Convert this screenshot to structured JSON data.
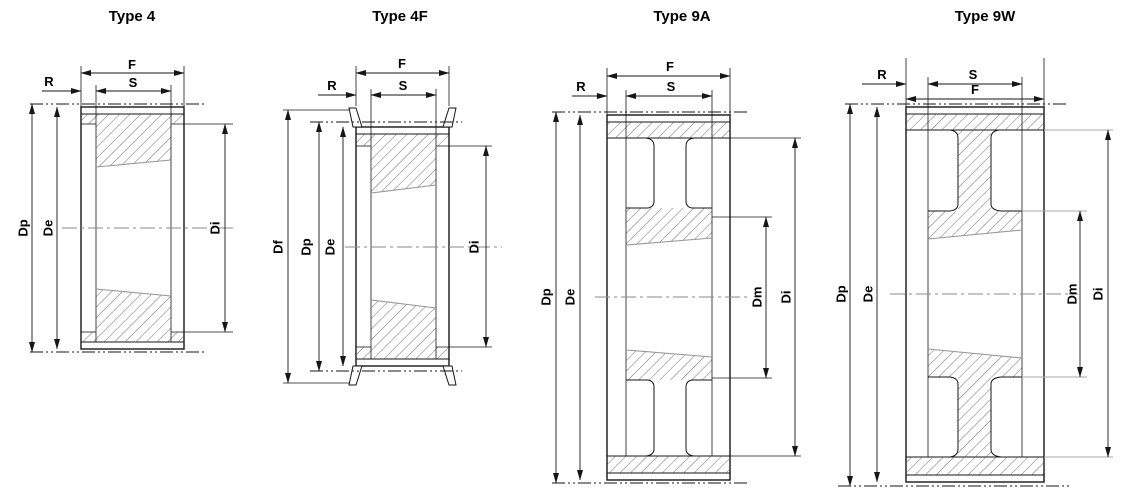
{
  "panels": [
    {
      "title": "Type 4",
      "dims": {
        "f": "F",
        "s": "S",
        "r": "R",
        "dp": "Dp",
        "de": "De",
        "di": "Di"
      }
    },
    {
      "title": "Type 4F",
      "dims": {
        "f": "F",
        "s": "S",
        "r": "R",
        "df": "Df",
        "dp": "Dp",
        "de": "De",
        "di": "Di"
      }
    },
    {
      "title": "Type 9A",
      "dims": {
        "f": "F",
        "s": "S",
        "r": "R",
        "dp": "Dp",
        "de": "De",
        "dm": "Dm",
        "di": "Di"
      }
    },
    {
      "title": "Type 9W",
      "dims": {
        "r": "R",
        "s": "S",
        "f": "F",
        "dp": "Dp",
        "de": "De",
        "dm": "Dm",
        "di": "Di"
      }
    }
  ],
  "colors": {
    "line": "#161616",
    "soft_gray": "#989898",
    "hatch": "#404040",
    "background": "#ffffff"
  }
}
